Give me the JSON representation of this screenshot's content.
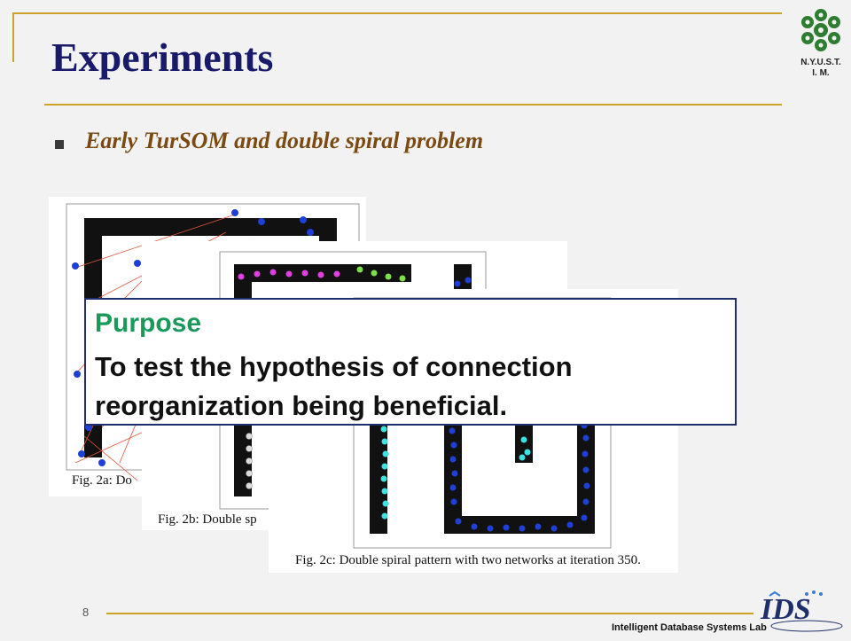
{
  "slide": {
    "title": "Experiments",
    "bullet": "Early TurSOM and double spiral problem",
    "page_number": "8",
    "footer_text": "Intelligent Database Systems Lab",
    "org_logo_text": [
      "N.Y.U.S.T.",
      "I. M."
    ],
    "footer_logo_text": "IDS"
  },
  "figures": {
    "fig2a_caption": "Fig. 2a: Do",
    "fig2b_caption": "Fig. 2b: Double sp",
    "fig2c_caption": "Fig. 2c: Double spiral pattern with two networks at iteration 350."
  },
  "purpose": {
    "label": "Purpose",
    "text": "To test the hypothesis of connection reorganization being beneficial."
  },
  "colors": {
    "accent_rule": "#c9a227",
    "title": "#1a1a6b",
    "subtitle": "#7a4a12",
    "purpose_label": "#1a9a5a"
  }
}
